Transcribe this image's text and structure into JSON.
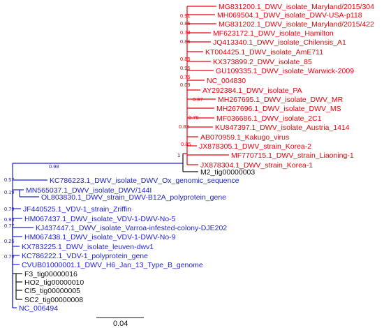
{
  "colors": {
    "red_clade": "#e8000b",
    "blue_clade": "#1f22d6",
    "black": "#111111"
  },
  "scale_bar": {
    "label": "0.04"
  },
  "taxa": {
    "t0": "MG831200.1_DWV_isolate_Maryland/2015/304",
    "t1": "MH069504.1_DWV_isolate_DWV-USA-p118",
    "t2": "MG831202.1_DWV_isolate_Maryland/2015/422",
    "t3": "MF623172.1_DWV_isolate_Hamilton",
    "t4": "JQ413340.1_DWV_isolate_Chilensis_A1",
    "t5": "KT004425.1_DWV_isolate_AmE711",
    "t6": "KX373899.2_DWV_isolate_85",
    "t7": "GU109335.1_DWV_isolate_Warwick-2009",
    "t8": "NC_004830",
    "t9": "AY292384.1_DWV_isolate_PA",
    "t10": "MH267695.1_DWV_isolate_DWV_MR",
    "t11": "MH267696.1_DWV_isolate_DWV_MS",
    "t12": "MF036686.1_DWV_isolate_2C1",
    "t13": "KU847397.1_DWV_isolate_Austria_1414",
    "t14": "AB070959.1_Kakugo_virus",
    "t15": "JX878305.1_DWV_strain_Korea-2",
    "t16": "MF770715.1_DWV_strain_Liaoning-1",
    "t17": "JX878304.1_DWV_strain_Korea-1",
    "t18": "M2_tig00000003",
    "t19": "KC786223.1_DWV_isolate_DWV_Ox_genomic_sequence",
    "t20": "MN565037.1_DWV_isolate_DWV/144I",
    "t21": "OL803830.1_DWV_strain_DWV-B12A_polyprotein_gene",
    "t22": "JF440525.1_VDV-1_strain_Zriffin",
    "t23": "HM067437.1_DWV_isolate_VDV-1-DWV-No-5",
    "t24": "KJ437447.1_DWV_isolate_Varroa-infested-colony-DJE202",
    "t25": "HM067438.1_DWV_isolate_VDV-1-DWV-No-9",
    "t26": "KX783225.1_DWV_isolate_leuven-dwv1",
    "t27": "KC786222.1_VDV-1_polyprotein_gene",
    "t28": "CVUB01000001.1_DWV_H6_Jan_13_Type_B_genome",
    "t29": "F3_tig00000016",
    "t30": "HO2_tig00000010",
    "t31": "CI5_tig00000005",
    "t32": "SC2_tig00000008",
    "t33": "NC_006494"
  },
  "support": {
    "s_t1": "0.91",
    "s_t2": "0.85",
    "s_t3": "0.73",
    "s_t4": "0.86",
    "s_t6": "0.85",
    "s_t7": "0.95",
    "s_t8": "0.75",
    "s_t9": "0.09",
    "s_t10": "0.97",
    "s_t12": "0.79",
    "s_t13": "0.83",
    "s_red": "0.85",
    "s_root1": "1",
    "s_blue": "0.98",
    "s_b1": "0.57",
    "s_b2": "0.19",
    "s_b3": "0.79",
    "s_b4": "0.93",
    "s_b5": "0.77",
    "s_b6": "0.25",
    "s_b7": "0.79"
  }
}
